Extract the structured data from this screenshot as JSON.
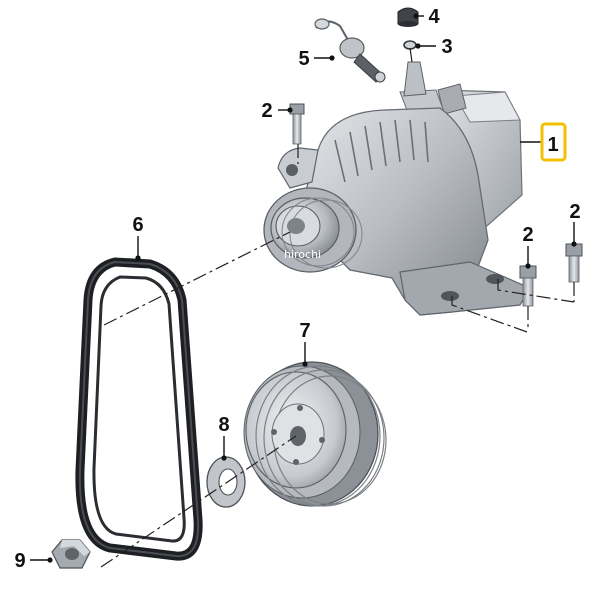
{
  "diagram": {
    "callouts": [
      {
        "id": "c1",
        "label": "1",
        "highlighted": true
      },
      {
        "id": "c2a",
        "label": "2"
      },
      {
        "id": "c2b",
        "label": "2"
      },
      {
        "id": "c2c",
        "label": "2"
      },
      {
        "id": "c3",
        "label": "3"
      },
      {
        "id": "c4",
        "label": "4"
      },
      {
        "id": "c5",
        "label": "5"
      },
      {
        "id": "c6",
        "label": "6"
      },
      {
        "id": "c7",
        "label": "7"
      },
      {
        "id": "c8",
        "label": "8"
      },
      {
        "id": "c9",
        "label": "9"
      }
    ],
    "watermark": "hirochi",
    "highlight_color": "#f2c200"
  }
}
